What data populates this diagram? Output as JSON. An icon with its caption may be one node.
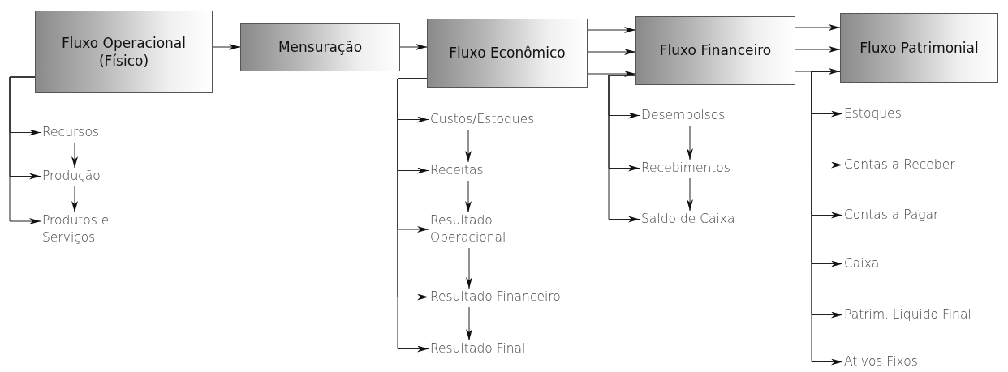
{
  "diagram": {
    "nodes": [
      {
        "text": [
          "Fluxo Operacional (Físico)"
        ]
      },
      {
        "text": [
          "Mensuração"
        ]
      },
      {
        "text": [
          "Fluxo Econômico"
        ]
      },
      {
        "text": [
          "Fluxo Financeiro"
        ]
      },
      {
        "text": [
          "Fluxo Patrimonial"
        ]
      },
      {
        "text": [
          "Recursos"
        ]
      },
      {
        "text": [
          "Produção"
        ]
      },
      {
        "text": [
          "Produtos e Serviços"
        ]
      },
      {
        "text": [
          "Custos/Estoques"
        ]
      },
      {
        "text": [
          "Receitas"
        ]
      },
      {
        "text": [
          "Resultado Operacional"
        ]
      },
      {
        "text": [
          "Resultado Financeiro"
        ]
      },
      {
        "text": [
          "Resultado Final"
        ]
      },
      {
        "text": [
          "Desembolsos"
        ]
      },
      {
        "text": [
          "Recebimentos"
        ]
      },
      {
        "text": [
          "Saldo de Caixa"
        ]
      },
      {
        "text": [
          "Estoques"
        ]
      },
      {
        "text": [
          "Contas a Receber"
        ]
      },
      {
        "text": [
          "Contas a Pagar"
        ]
      },
      {
        "text": [
          "Caixa"
        ]
      },
      {
        "text": [
          "Patrim. Liquido Final"
        ]
      },
      {
        "text": [
          "Ativos Fixos"
        ]
      }
    ],
    "edges": [
      {
        "from": 0,
        "to": 1,
        "arrow": "to"
      },
      {
        "from": 1,
        "to": 2,
        "arrow": "to"
      },
      {
        "from": 2,
        "to": 3,
        "arrow": "to"
      },
      {
        "from": 2,
        "to": 3,
        "arrow": "to"
      },
      {
        "from": 2,
        "to": 3,
        "arrow": "to"
      },
      {
        "from": 3,
        "to": 4,
        "arrow": "to"
      },
      {
        "from": 3,
        "to": 4,
        "arrow": "to"
      },
      {
        "from": 3,
        "to": 4,
        "arrow": "to"
      },
      {
        "from": 0,
        "to": 5,
        "arrow": "to"
      },
      {
        "from": 0,
        "to": 6,
        "arrow": "to"
      },
      {
        "from": 0,
        "to": 7,
        "arrow": "to"
      },
      {
        "from": 5,
        "to": 6,
        "arrow": "to"
      },
      {
        "from": 6,
        "to": 7,
        "arrow": "to"
      },
      {
        "from": 2,
        "to": 8,
        "arrow": "to"
      },
      {
        "from": 2,
        "to": 9,
        "arrow": "to"
      },
      {
        "from": 2,
        "to": 10,
        "arrow": "to"
      },
      {
        "from": 2,
        "to": 11,
        "arrow": "to"
      },
      {
        "from": 2,
        "to": 12,
        "arrow": "to"
      },
      {
        "from": 8,
        "to": 9,
        "arrow": "to"
      },
      {
        "from": 9,
        "to": 10,
        "arrow": "to"
      },
      {
        "from": 10,
        "to": 11,
        "arrow": "to"
      },
      {
        "from": 11,
        "to": 12,
        "arrow": "to"
      },
      {
        "from": 3,
        "to": 13,
        "arrow": "to"
      },
      {
        "from": 3,
        "to": 14,
        "arrow": "to"
      },
      {
        "from": 3,
        "to": 15,
        "arrow": "to"
      },
      {
        "from": 13,
        "to": 14,
        "arrow": "to"
      },
      {
        "from": 14,
        "to": 15,
        "arrow": "to"
      },
      {
        "from": 4,
        "to": 16,
        "arrow": "to"
      },
      {
        "from": 4,
        "to": 17,
        "arrow": "to"
      },
      {
        "from": 4,
        "to": 18,
        "arrow": "to"
      },
      {
        "from": 4,
        "to": 19,
        "arrow": "to"
      },
      {
        "from": 4,
        "to": 20,
        "arrow": "to"
      },
      {
        "from": 4,
        "to": 21,
        "arrow": "to"
      }
    ]
  }
}
